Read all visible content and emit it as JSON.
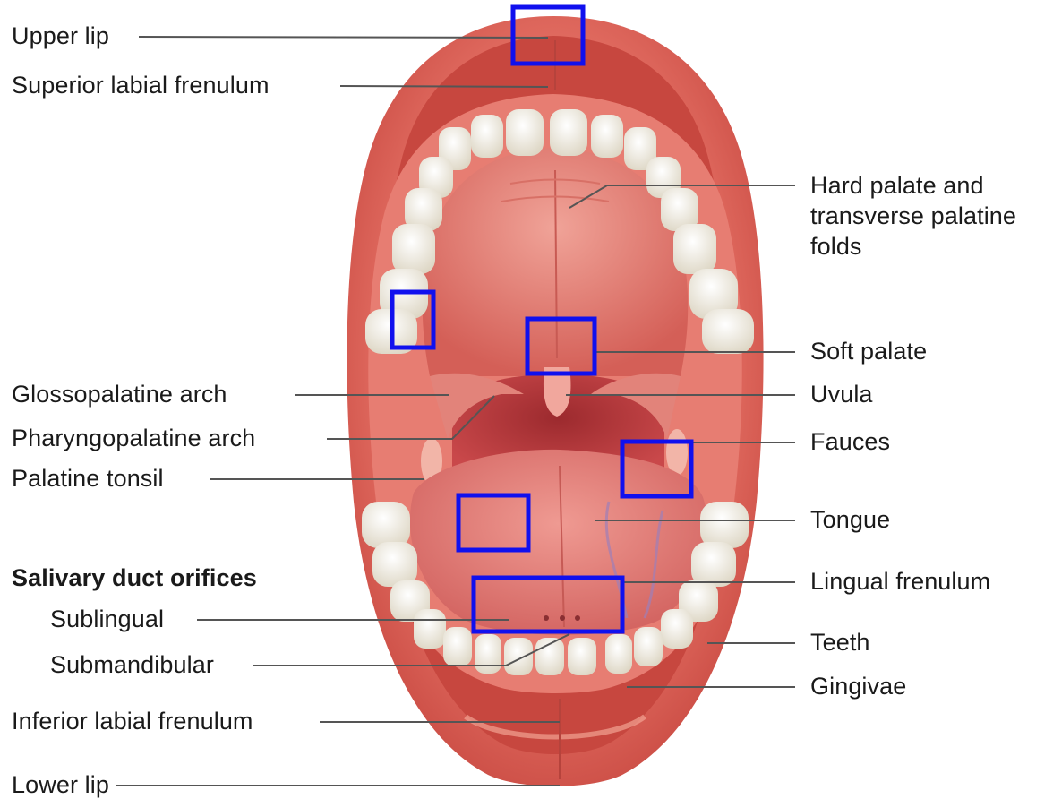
{
  "labels": {
    "upper_lip": "Upper lip",
    "superior_labial_frenulum": "Superior labial frenulum",
    "hard_palate": "Hard palate and transverse palatine folds",
    "soft_palate": "Soft palate",
    "glossopalatine_arch": "Glossopalatine arch",
    "uvula": "Uvula",
    "pharyngopalatine_arch": "Pharyngopalatine arch",
    "fauces": "Fauces",
    "palatine_tonsil": "Palatine tonsil",
    "tongue": "Tongue",
    "salivary_duct_orifices": "Salivary duct orifices",
    "lingual_frenulum": "Lingual frenulum",
    "sublingual": "Sublingual",
    "teeth": "Teeth",
    "submandibular": "Submandibular",
    "gingivae": "Gingivae",
    "inferior_labial_frenulum": "Inferior labial frenulum",
    "lower_lip": "Lower lip"
  },
  "colors": {
    "lip": "#d9594f",
    "lip_light": "#ee8f82",
    "gum": "#e9857b",
    "palate": "#de6f66",
    "throat": "#b8383a",
    "tongue": "#d86a66",
    "tooth": "#f3efe4",
    "leader_line": "#555555",
    "highlight_box": "#1010ee"
  }
}
